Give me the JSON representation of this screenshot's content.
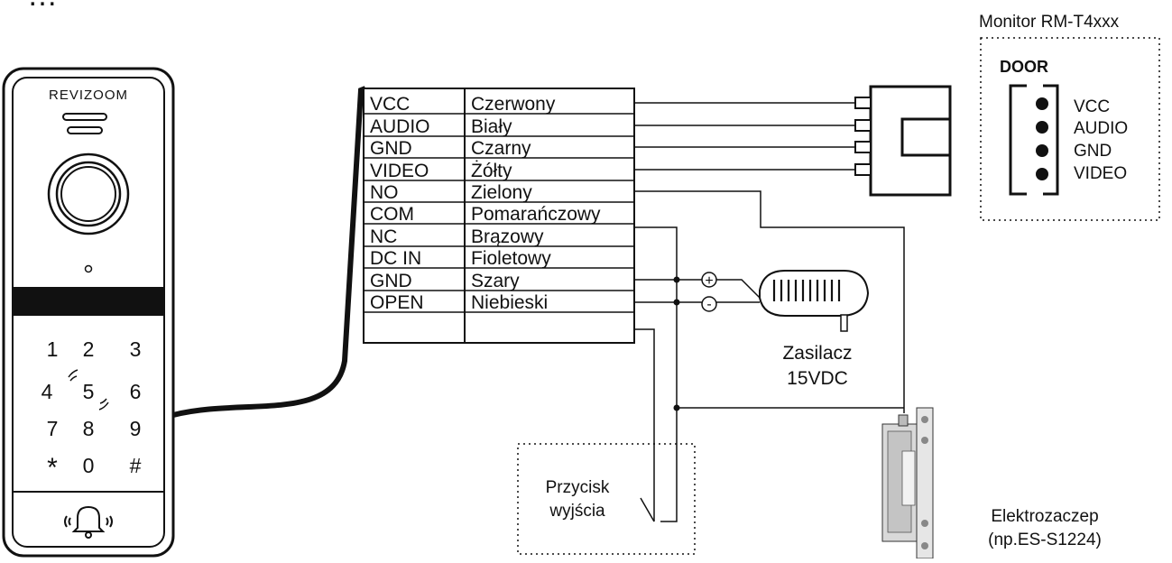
{
  "header_partial": "…",
  "door_panel": {
    "brand": "REVIZOOM",
    "keypad": [
      "1",
      "2",
      "3",
      "4",
      "5",
      "6",
      "7",
      "8",
      "9",
      "*",
      "0",
      "#"
    ]
  },
  "wiring_table": {
    "rows": [
      {
        "signal": "VCC",
        "color": "Czerwony"
      },
      {
        "signal": "AUDIO",
        "color": "Biały"
      },
      {
        "signal": "GND",
        "color": "Czarny"
      },
      {
        "signal": "VIDEO",
        "color": "Żółty"
      },
      {
        "signal": "NO",
        "color": "Zielony"
      },
      {
        "signal": "COM",
        "color": "Pomarańczowy"
      },
      {
        "signal": "NC",
        "color": "Brązowy"
      },
      {
        "signal": "DC IN",
        "color": "Fioletowy"
      },
      {
        "signal": "GND",
        "color": "Szary"
      },
      {
        "signal": "OPEN",
        "color": "Niebieski"
      }
    ]
  },
  "monitor": {
    "title": "Monitor RM-T4xxx",
    "connector_label": "DOOR",
    "pins": [
      "VCC",
      "AUDIO",
      "GND",
      "VIDEO"
    ]
  },
  "power_supply": {
    "label_line1": "Zasilacz",
    "label_line2": "15VDC",
    "plus_symbol": "+",
    "minus_symbol": "-"
  },
  "exit_button": {
    "label_line1": "Przycisk",
    "label_line2": "wyjścia"
  },
  "strike": {
    "label_line1": "Elektrozaczep",
    "label_line2": "(np.ES-S1224)"
  }
}
